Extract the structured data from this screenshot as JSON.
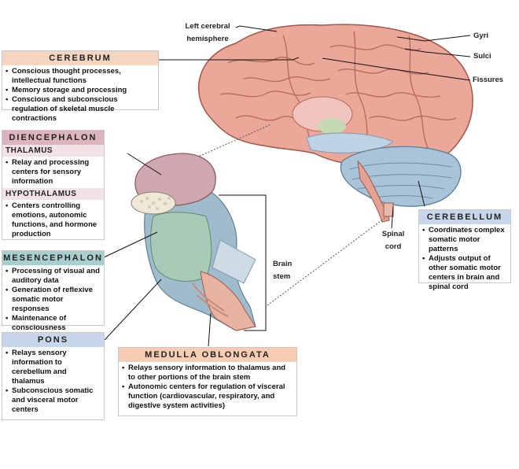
{
  "labels": {
    "left_cerebral_hemisphere": "Left cerebral hemisphere",
    "gyri": "Gyri",
    "sulci": "Sulci",
    "fissures": "Fissures",
    "spinal_cord": "Spinal cord",
    "brain_stem": "Brain stem"
  },
  "cerebrum": {
    "title": "CEREBRUM",
    "items": [
      "Conscious thought processes, intellectual functions",
      "Memory storage and processing",
      "Conscious and subconscious regulation of skeletal muscle contractions"
    ]
  },
  "diencephalon": {
    "title": "DIENCEPHALON",
    "thalamus": {
      "title": "THALAMUS",
      "items": [
        "Relay and processing centers for sensory information"
      ]
    },
    "hypothalamus": {
      "title": "HYPOTHALAMUS",
      "items": [
        "Centers controlling emotions, autonomic functions, and hormone production"
      ]
    }
  },
  "mesencephalon": {
    "title": "MESENCEPHALON",
    "items": [
      "Processing of visual and auditory data",
      "Generation of reflexive somatic motor responses",
      "Maintenance of consciousness"
    ]
  },
  "pons": {
    "title": "PONS",
    "items": [
      "Relays sensory information to cerebellum and thalamus",
      "Subconscious somatic and visceral motor centers"
    ]
  },
  "medulla": {
    "title": "MEDULLA OBLONGATA",
    "items": [
      "Relays sensory information to thalamus and to other portions of the brain stem",
      "Autonomic centers for regulation of visceral function (cardiovascular, respiratory, and digestive system activities)"
    ]
  },
  "cerebellum": {
    "title": "CEREBELLUM",
    "items": [
      "Coordinates complex somatic motor patterns",
      "Adjusts output of other somatic motor centers in brain and spinal cord"
    ]
  },
  "colors": {
    "cerebrum_header": "#f5d5c0",
    "diencephalon_header": "#dcb4be",
    "thalamus_header": "#f2e2e6",
    "mesencephalon_header": "#a8cfcf",
    "pons_header": "#c7d6ea",
    "medulla_header": "#f5cdb5",
    "cerebellum_header": "#c7d6ea"
  }
}
